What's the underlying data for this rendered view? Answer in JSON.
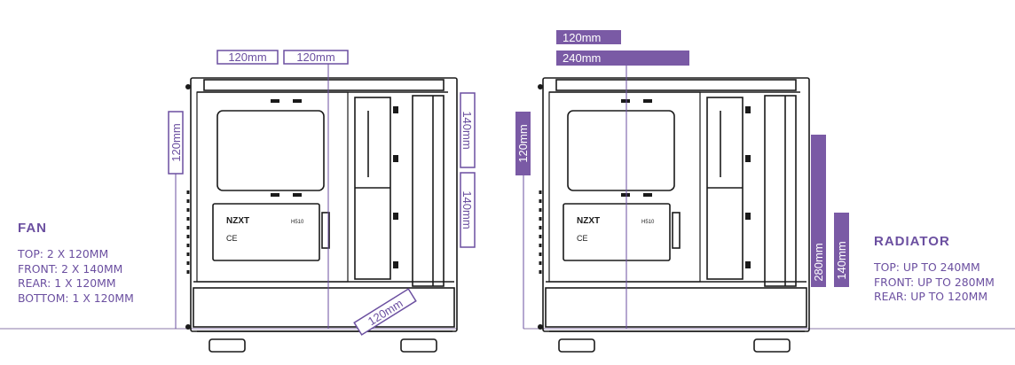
{
  "colors": {
    "accent": "#6b4fa0",
    "accent_fill": "#7a5aa5",
    "line": "#1a1a1a",
    "baseline": "#8b7aa8"
  },
  "fan": {
    "title": "FAN",
    "specs": [
      "TOP: 2 X 120MM",
      "FRONT: 2 X 140MM",
      "REAR: 1 X 120MM",
      "BOTTOM: 1 X 120MM"
    ],
    "top_tags": [
      "120mm",
      "120mm"
    ],
    "rear_tag": "120mm",
    "front_tags": [
      "140mm",
      "140mm"
    ],
    "bottom_tag": "120mm"
  },
  "radiator": {
    "title": "RADIATOR",
    "specs": [
      "TOP: UP TO 240MM",
      "FRONT: UP TO 280MM",
      "REAR: UP TO 120MM"
    ],
    "top_tags": [
      "120mm",
      "240mm"
    ],
    "rear_tag": "120mm",
    "front_tags": [
      "280mm",
      "140mm"
    ]
  },
  "case_label": {
    "logo": "NZXT",
    "model_line": "H510",
    "sticker_line": "CE"
  }
}
